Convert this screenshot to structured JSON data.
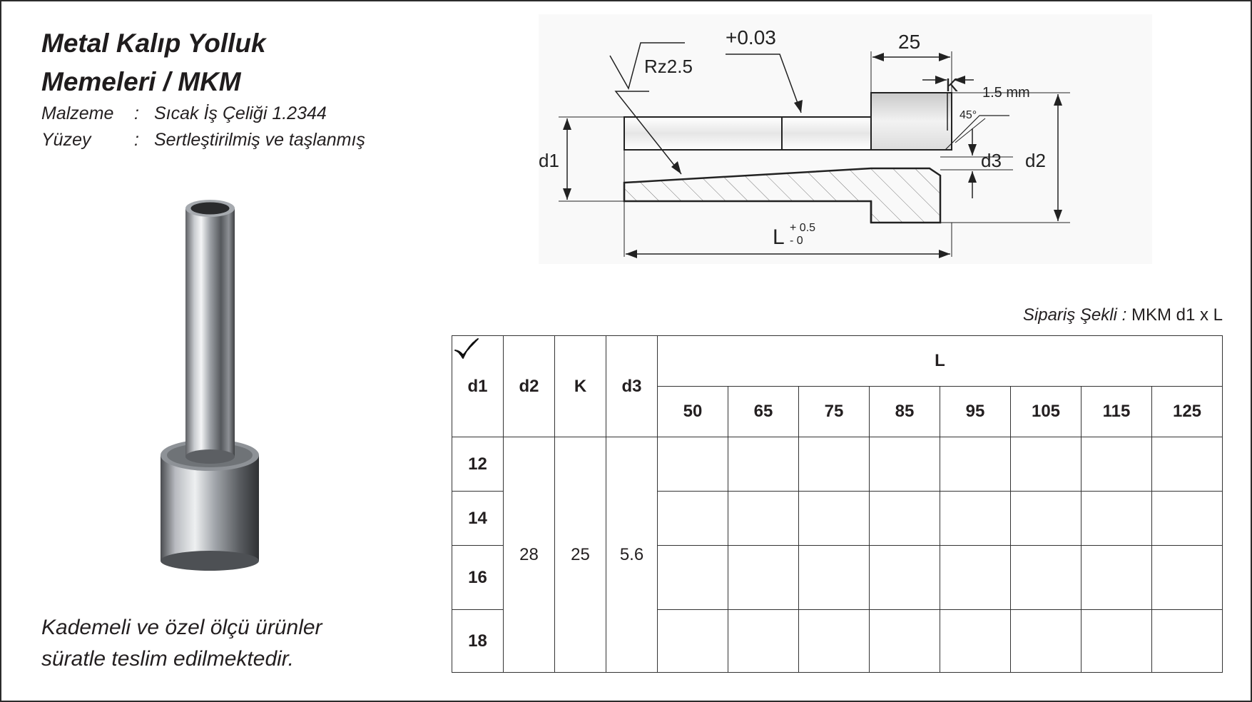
{
  "title": {
    "line1": "Metal Kalıp Yolluk",
    "line2": "Memeleri / MKM"
  },
  "specs": [
    {
      "key": "Malzeme",
      "sep": ":",
      "value": "Sıcak İş Çeliği 1.2344"
    },
    {
      "key": "Yüzey",
      "sep": ":",
      "value": "Sertleştirilmiş ve taşlanmış"
    }
  ],
  "note": {
    "line1": "Kademeli ve özel ölçü ürünler",
    "line2": "süratle teslim edilmektedir."
  },
  "order": {
    "label": "Sipariş Şekli :",
    "value": "MKM d1 x L"
  },
  "drawing": {
    "tolerance": "+0.03",
    "roughness": "Rz2.5",
    "width": "25",
    "k": "K",
    "chamfer_len": "1.5 mm",
    "angle": "45°",
    "d1": "d1",
    "d2": "d2",
    "d3": "d3",
    "L": "L",
    "L_plus": "+ 0.5",
    "L_minus": "- 0"
  },
  "table": {
    "headers": [
      "d1",
      "d2",
      "K",
      "d3"
    ],
    "L_header": "L",
    "L_values": [
      "50",
      "65",
      "75",
      "85",
      "95",
      "105",
      "115",
      "125"
    ],
    "d1_values": [
      "12",
      "14",
      "16",
      "18"
    ],
    "d2": "28",
    "K": "25",
    "d3": "5.6",
    "availability": [
      [
        true,
        true,
        true,
        true,
        true,
        true,
        true,
        true
      ],
      [
        true,
        true,
        true,
        true,
        true,
        true,
        true,
        true
      ],
      [
        true,
        true,
        true,
        true,
        true,
        true,
        true,
        true
      ],
      [
        true,
        true,
        true,
        true,
        true,
        true,
        true,
        true
      ]
    ]
  }
}
